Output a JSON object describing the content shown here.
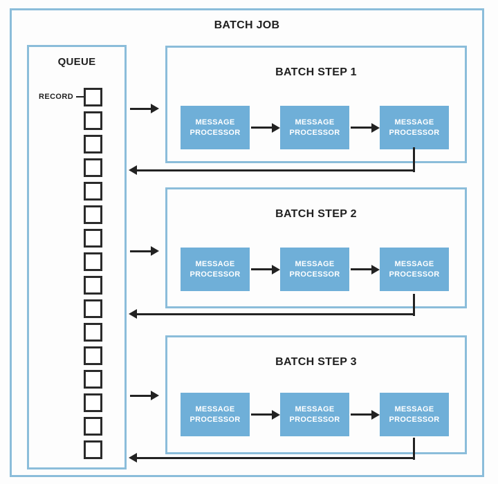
{
  "diagram": {
    "title": "BATCH JOB",
    "queue": {
      "title": "QUEUE",
      "record_label": "RECORD",
      "record_count": 16
    },
    "steps": [
      {
        "title": "BATCH STEP 1",
        "processors": [
          "MESSAGE PROCESSOR",
          "MESSAGE PROCESSOR",
          "MESSAGE PROCESSOR"
        ]
      },
      {
        "title": "BATCH STEP 2",
        "processors": [
          "MESSAGE PROCESSOR",
          "MESSAGE PROCESSOR",
          "MESSAGE PROCESSOR"
        ]
      },
      {
        "title": "BATCH STEP 3",
        "processors": [
          "MESSAGE PROCESSOR",
          "MESSAGE PROCESSOR",
          "MESSAGE PROCESSOR"
        ]
      }
    ],
    "colors": {
      "border_blue": "#8bbdda",
      "processor_blue": "#6fafd8",
      "line_black": "#222222"
    }
  }
}
